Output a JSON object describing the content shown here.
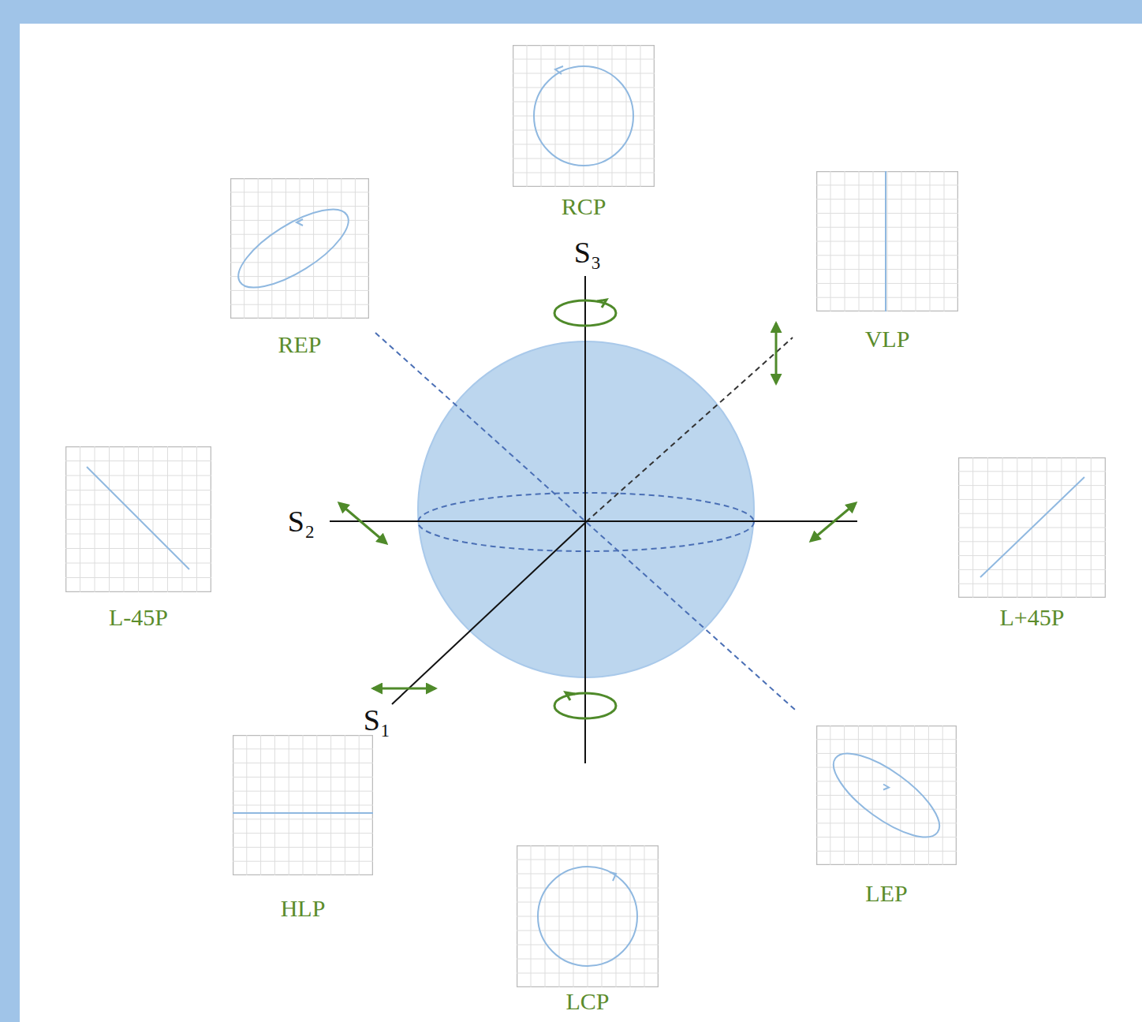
{
  "diagram": {
    "nodes": [
      {
        "text": [
          "RCP"
        ]
      },
      {
        "text": [
          "VLP"
        ]
      },
      {
        "text": [
          "REP"
        ]
      },
      {
        "text": [
          "L-45P"
        ]
      },
      {
        "text": [
          "L+45P"
        ]
      },
      {
        "text": [
          "LEP"
        ]
      },
      {
        "text": [
          "HLP"
        ]
      },
      {
        "text": [
          "LCP"
        ]
      }
    ],
    "labels": [
      "S₃",
      "S₂",
      "S₁"
    ]
  }
}
